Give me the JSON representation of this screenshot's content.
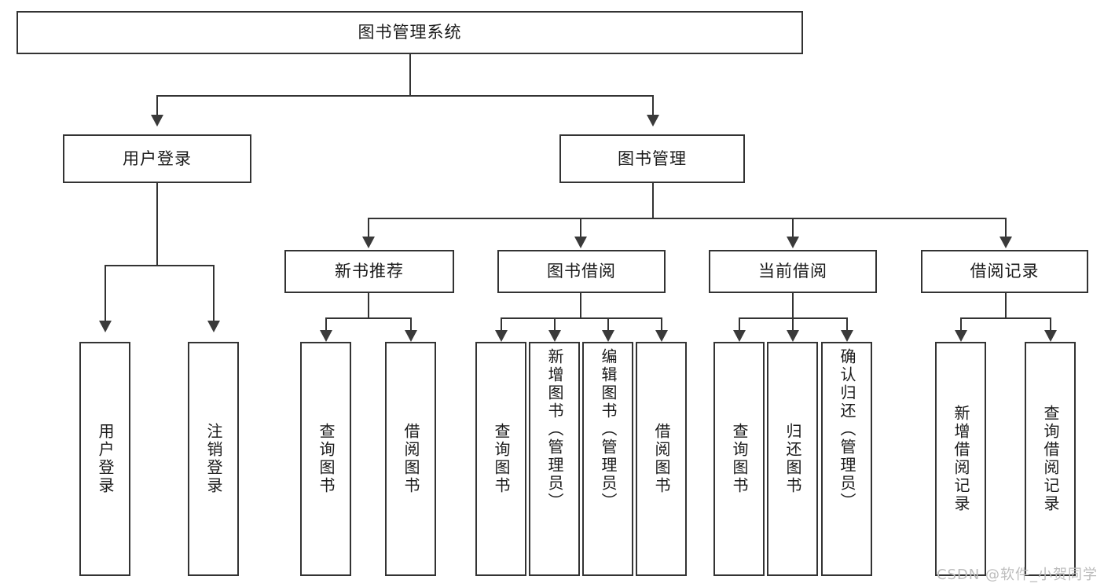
{
  "diagram": {
    "type": "tree",
    "title": "图书管理系统",
    "root": {
      "label": "图书管理系统"
    },
    "level1": [
      {
        "label": "用户登录"
      },
      {
        "label": "图书管理"
      }
    ],
    "level2": [
      {
        "label": "新书推荐"
      },
      {
        "label": "图书借阅"
      },
      {
        "label": "当前借阅"
      },
      {
        "label": "借阅记录"
      }
    ],
    "leaves": {
      "user_login": [
        {
          "label": "用户登录"
        },
        {
          "label": "注销登录"
        }
      ],
      "new_book_recommend": [
        {
          "label": "查询图书"
        },
        {
          "label": "借阅图书"
        }
      ],
      "book_borrow": [
        {
          "label": "查询图书"
        },
        {
          "label": "新增图书（管理员）"
        },
        {
          "label": "编辑图书（管理员）"
        },
        {
          "label": "借阅图书"
        }
      ],
      "current_borrow": [
        {
          "label": "查询图书"
        },
        {
          "label": "归还图书"
        },
        {
          "label": "确认归还（管理员）"
        }
      ],
      "borrow_record": [
        {
          "label": "新增借阅记录"
        },
        {
          "label": "查询借阅记录"
        }
      ]
    }
  },
  "watermark": {
    "text": "CSDN @软件_小贺同学"
  },
  "colors": {
    "border": "#333333",
    "text": "#1a1a1a",
    "background": "#ffffff",
    "watermark": "#bcbcbc"
  }
}
